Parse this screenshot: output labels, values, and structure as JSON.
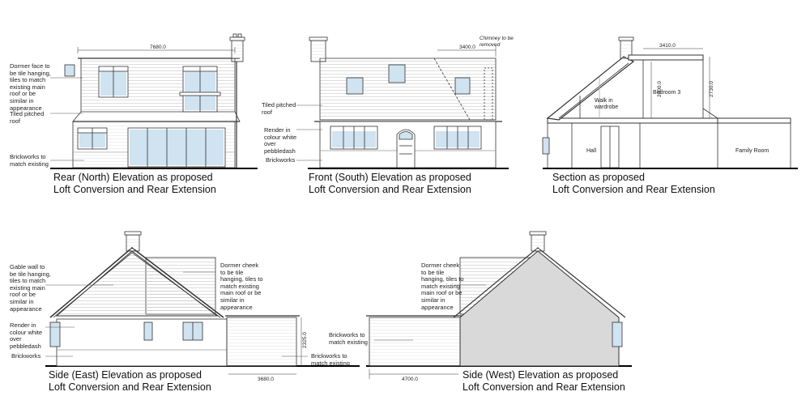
{
  "captions": {
    "rear": {
      "line1": "Rear (North) Elevation as proposed",
      "line2": "Loft Conversion and Rear Extension"
    },
    "front": {
      "line1": "Front (South) Elevation as proposed",
      "line2": "Loft Conversion and Rear Extension"
    },
    "section": {
      "line1": "Section as proposed",
      "line2": "Loft Conversion and Rear Extension"
    },
    "east": {
      "line1": "Side (East) Elevation as proposed",
      "line2": "Loft Conversion and Rear Extension"
    },
    "west": {
      "line1": "Side (West) Elevation as proposed",
      "line2": "Loft Conversion and Rear Extension"
    }
  },
  "annotations": {
    "rear_dormer_face": "Dormer face to\nbe tile hanging,\ntiles to match\nexisting main\nroof or be\nsimilar in\nappearance",
    "rear_tiled_pitched": "Tiled pitched\nroof",
    "rear_brickworks": "Brickworks to\nmatch existing",
    "front_chimney": "Chimney to be\nremoved",
    "front_tiled_pitched": "Tiled pitched\nroof",
    "front_render": "Render in\ncolour white\nover\npebbledash",
    "front_brickworks": "Brickworks",
    "east_gable": "Gable wall to\nbe tile hanging,\ntiles to match\nexisting main\nroof or be\nsimilar in\nappearance",
    "east_dormer": "Dormer cheek\nto be tile\nhanging, tiles to\nmatch existing\nmain roof or be\nsimilar in\nappearance",
    "east_render": "Render in\ncolour white\nover\npebbledash",
    "east_brickworks": "Brickworks",
    "east_brickworks_match": "Brickworks to\nmatch existing",
    "west_dormer": "Dormer cheek\nto be tile\nhanging, tiles to\nmatch existing\nmain roof or be\nsimilar in\nappearance",
    "west_brickworks": "Brickworks to\nmatch existing"
  },
  "dimensions": {
    "rear_width": "7680.0",
    "front_width": "3400.0",
    "section_width": "3410.0",
    "section_inner_height": "2400.0",
    "section_outer_height": "2730.0",
    "east_height": "2325.0",
    "east_width": "3680.0",
    "west_width": "4700.0"
  },
  "rooms": {
    "walk_in": "Walk in\nwardrobe",
    "bedroom": "Bedroom 3",
    "hall": "Hall",
    "family": "Family Room"
  },
  "colors": {
    "line": "#333333",
    "annotation_line": "#555555",
    "glazing": "#cfe3f1",
    "gable_fill": "#d9d9d9",
    "ground": "#000000"
  }
}
